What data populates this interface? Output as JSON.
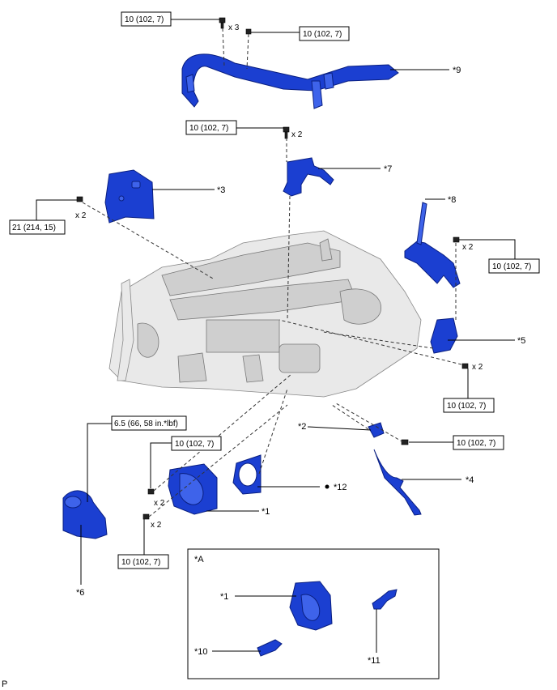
{
  "torque": {
    "t1": "10 (102, 7)",
    "t2": "10 (102, 7)",
    "t3": "10 (102, 7)",
    "t4": "21 (214, 15)",
    "t5": "10 (102, 7)",
    "t6": "10 (102, 7)",
    "t7": "6.5 (66, 58 in.*lbf)",
    "t8": "10 (102, 7)",
    "t9": "10 (102, 7)",
    "t10": "10 (102, 7)"
  },
  "qty": {
    "q1": "x 3",
    "q2": "x 2",
    "q3": "x 2",
    "q4": "x 2",
    "q5": "x 2",
    "q6": "x 2",
    "q7": "x 2"
  },
  "callouts": {
    "c9": "*9",
    "c7": "*7",
    "c3": "*3",
    "c8": "*8",
    "c5": "*5",
    "c2": "*2",
    "c4": "*4",
    "c12": "*12",
    "c1": "*1",
    "c6": "*6"
  },
  "inset": {
    "title": "*A",
    "c1": "*1",
    "c10": "*10",
    "c11": "*11"
  },
  "corner_mark": "P",
  "colors": {
    "part": "#1b3fd1",
    "engine": "#e9e9e9"
  }
}
